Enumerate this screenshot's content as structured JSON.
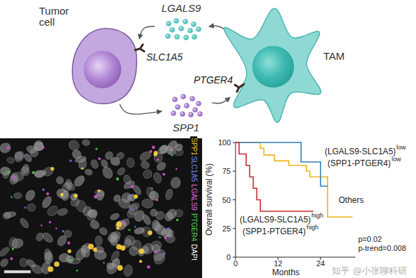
{
  "diagram": {
    "nodes": [
      {
        "text": [
          "Tumor cell"
        ]
      },
      {
        "text": [
          "LGALS9"
        ]
      },
      {
        "text": [
          "TAM"
        ]
      },
      {
        "text": [
          "SPP1"
        ]
      }
    ],
    "edges": [
      {
        "from": 2,
        "to": 1,
        "arrow": "to"
      },
      {
        "from": 1,
        "to": 0,
        "arrow": "to"
      },
      {
        "from": 0,
        "to": 3,
        "arrow": "to"
      },
      {
        "from": 3,
        "to": 2,
        "arrow": "to"
      }
    ],
    "labels": [
      "SLC1A5",
      "PTGER4",
      "SPP1",
      "SLC1A5",
      "LGALS9",
      "PTGER4",
      "DAPI",
      "Overall survival (%)",
      "100",
      "75",
      "50",
      "25",
      "0",
      "0",
      "12",
      "24",
      "Months",
      "(LGALS9-SLC1A5)",
      "low",
      "(SPP1-PTGER4)",
      "low",
      "Others",
      "(LGALS9-SLC1A5)",
      "high",
      "(SPP1-PTGER4)",
      "high",
      "p=0.02",
      "p-trend=0.008",
      "知乎 @小张聊科研"
    ]
  }
}
